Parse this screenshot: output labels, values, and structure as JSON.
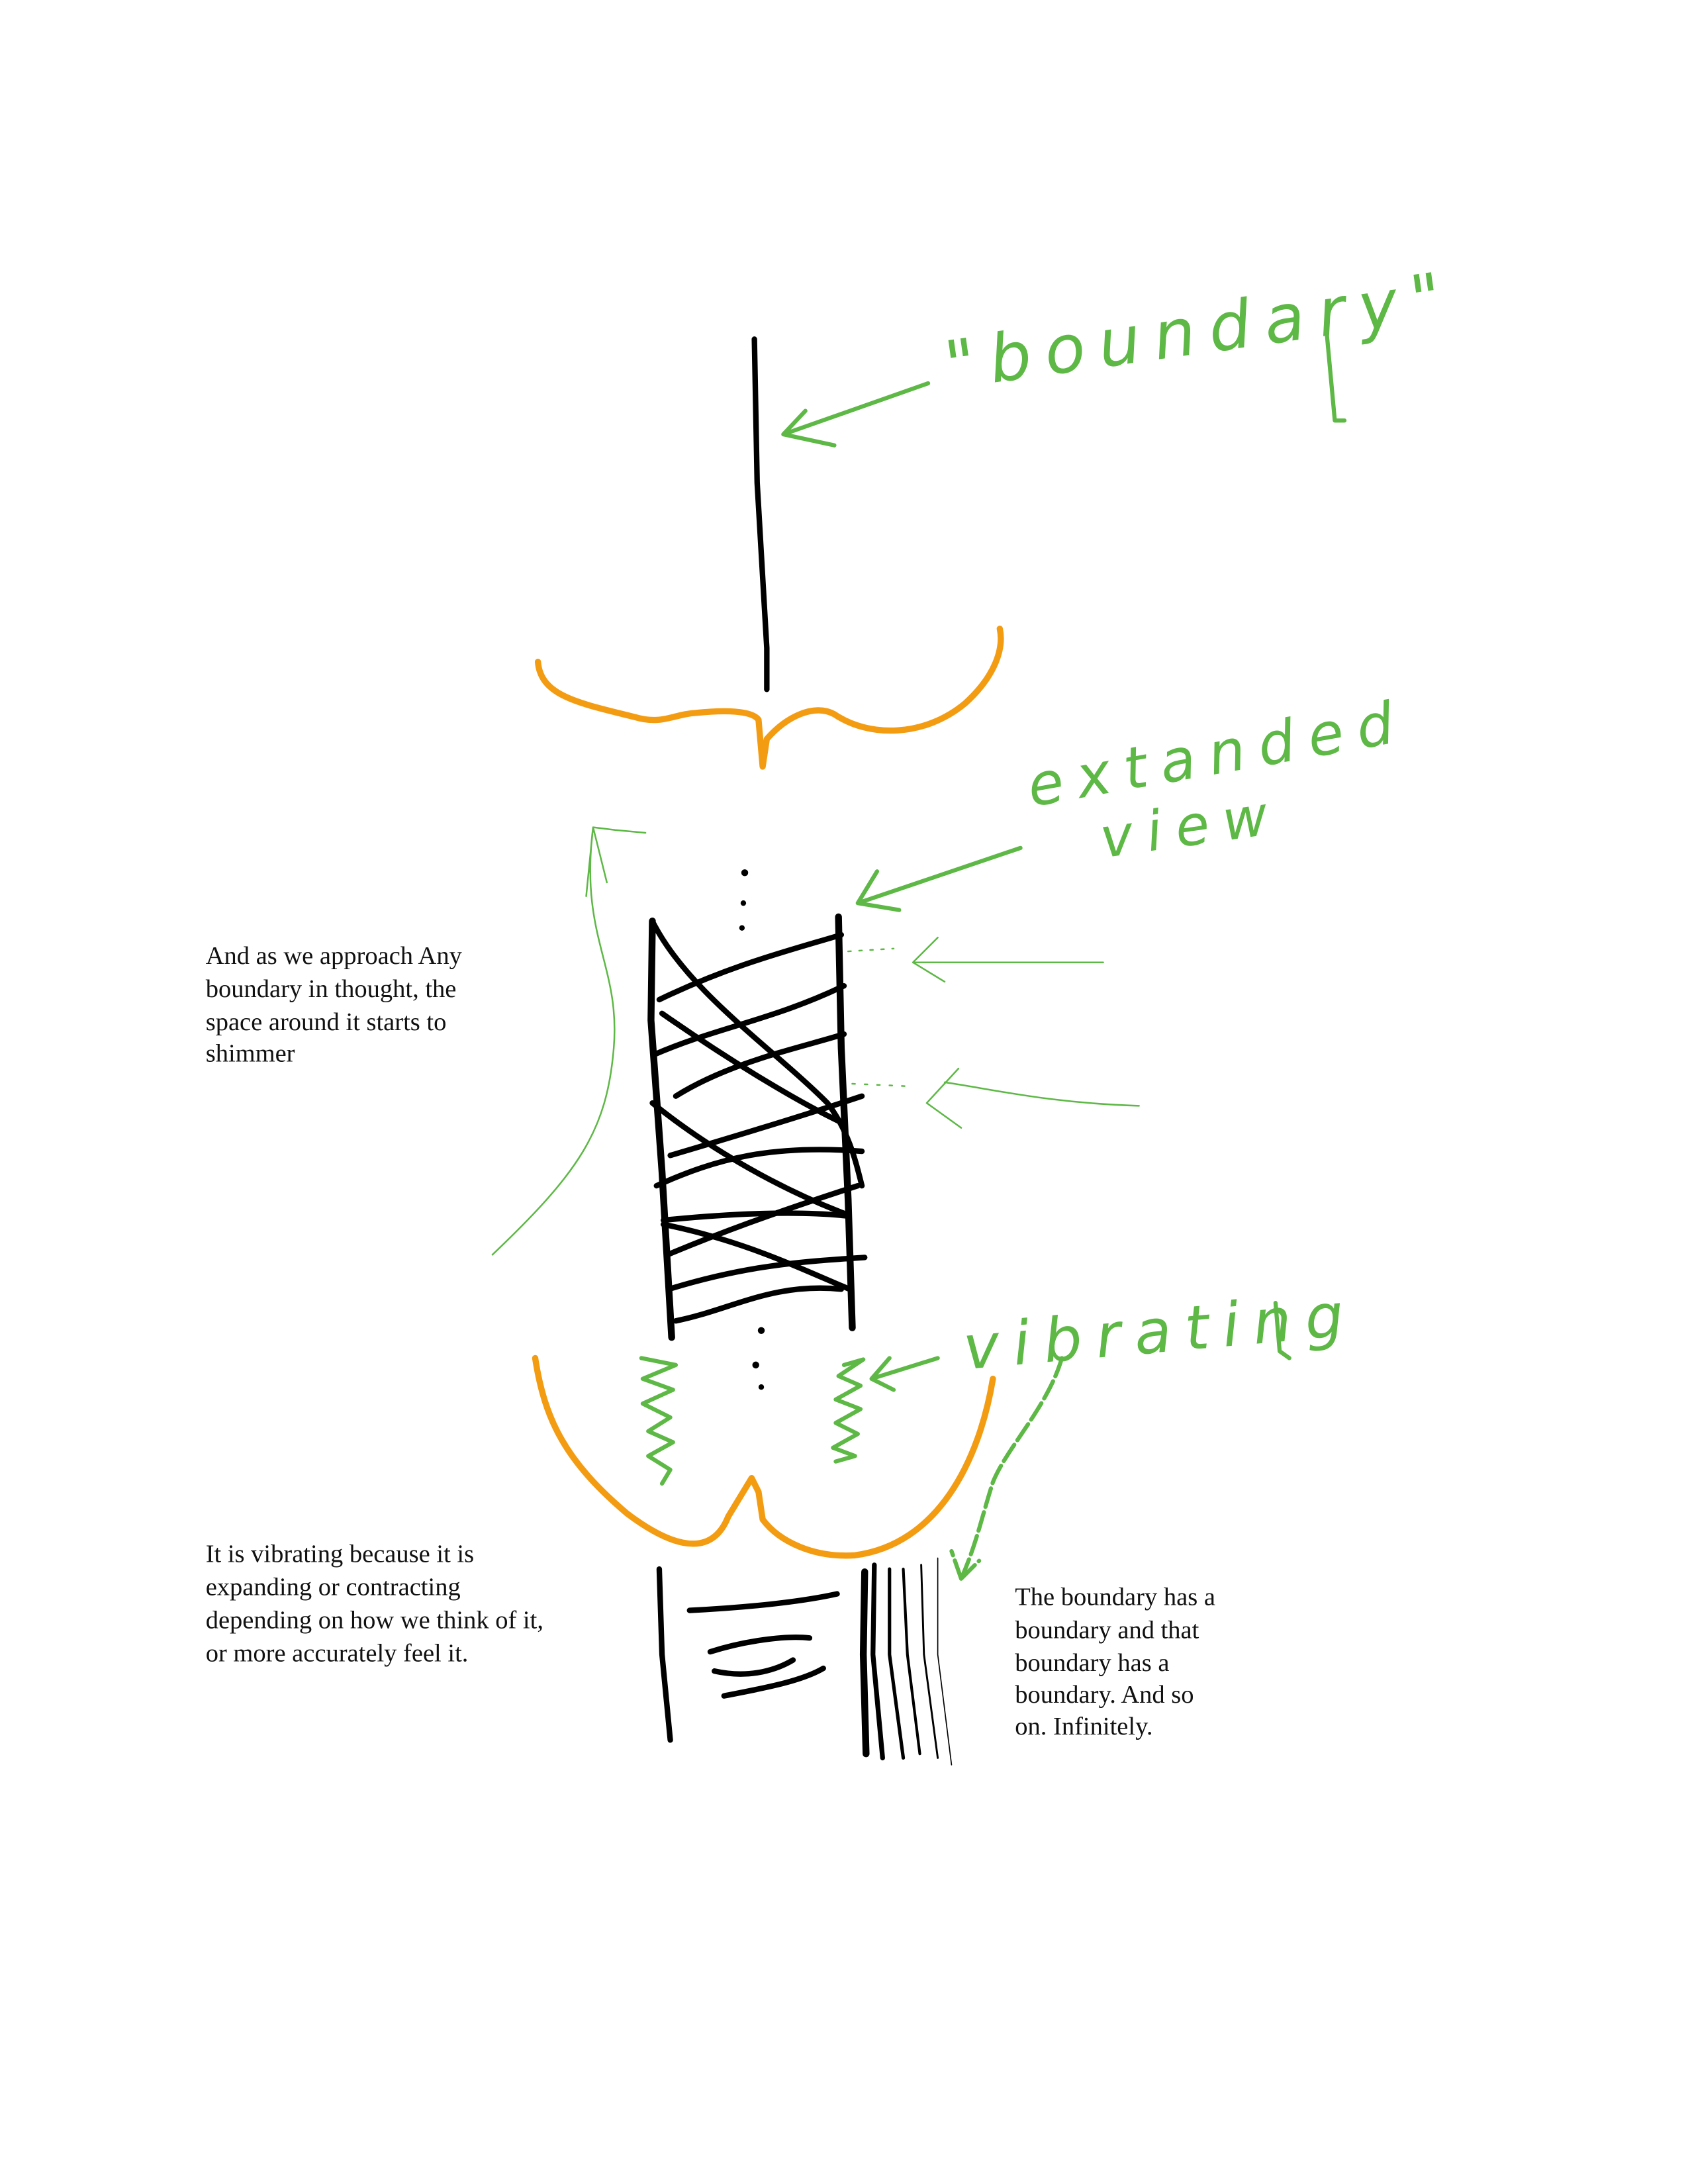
{
  "labels": {
    "boundary": "\"boundary\"",
    "expanded": "extanded",
    "view": "view",
    "vibrating": "vibrating"
  },
  "notes": {
    "shimmer": [
      "And as we approach  Any",
      "boundary in thought, the",
      "space around it starts to",
      "shimmer"
    ],
    "vibrating": [
      "It is vibrating because it is",
      "expanding or contracting",
      "depending on how we think of it,",
      "or more accurately feel it."
    ],
    "infinite": [
      "The boundary has a",
      "boundary and that",
      "boundary has a",
      "boundary. And so",
      "on.  Infinitely."
    ]
  },
  "colors": {
    "ink": "#000000",
    "brace": "#f39c12",
    "annotation": "#5db845"
  }
}
